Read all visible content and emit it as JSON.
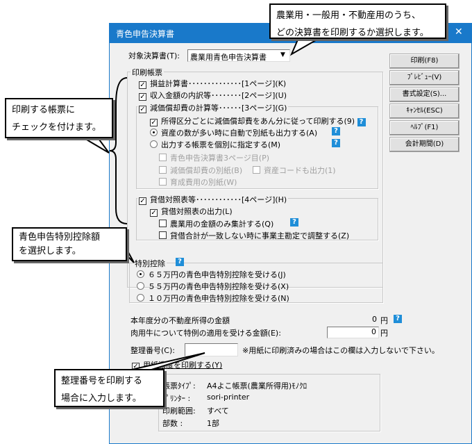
{
  "window": {
    "title": "青色申告決算書",
    "close": "✕"
  },
  "target": {
    "label": "対象決算書(T):",
    "value": "農業用青色申告決算書",
    "arrow": "▼"
  },
  "buttons": [
    "印刷(F8)",
    "ﾌﾟﾚﾋﾞｭｰ(V)",
    "書式設定(S)...",
    "ｷｬﾝｾﾙ(ESC)",
    "ﾍﾙﾌﾟ(F1)",
    "会計期間(D)"
  ],
  "print_group": {
    "label": "印刷帳票",
    "items": [
      "損益計算書･･････････････[1ページ](K)",
      "収入金額の内訳等････････[2ページ](U)",
      "減価償却費の計算等･･････[3ページ](G)"
    ],
    "depr": [
      "所得区分ごとに減価償却費をあん分に従って印刷する(9)",
      "資産の数が多い時に自動で別紙も出力する(A)",
      "出力する帳票を個別に指定する(M)",
      "青色申告決算書3ページ目(P)",
      "減価償却費の別紙(B)",
      "資産コードも出力(1)",
      "育成費用の別紙(W)"
    ],
    "balance": "貸借対照表等････････････[4ページ](H)",
    "balance_sub": [
      "貸借対照表の出力(L)",
      "農業用の金額のみ集計する(Q)",
      "貸借合計が一致しない時に事業主勘定で調整する(Z)"
    ]
  },
  "special": {
    "label": "特別控除",
    "options": [
      "６５万円の青色申告特別控除を受ける(J)",
      "５５万円の青色申告特別控除を受ける(X)",
      "１０万円の青色申告特別控除を受ける(N)"
    ]
  },
  "realestate": {
    "label": "本年度分の不動産所得の金額",
    "value": "0",
    "unit": "円"
  },
  "beef": {
    "label": "肉用牛について特例の適用を受ける金額(E):",
    "value": "0",
    "unit": "円"
  },
  "serial": {
    "label": "整理番号(C):",
    "value": "",
    "note": "※用紙に印刷済みの場合はこの欄は入力しないで下さい。"
  },
  "frame_check": "用紙濃度を印刷する(Y)",
  "info": [
    [
      "帳票ﾀｲﾌﾟ:",
      "A4よこ帳票(農業所得用)ﾓﾉｸﾛ"
    ],
    [
      "ﾌﾟﾘﾝﾀｰ  :",
      "sori-printer"
    ],
    [
      "印刷範囲:",
      "すべて"
    ],
    [
      "部数    :",
      "1部"
    ]
  ],
  "help_mark": "?",
  "check_mark": "✓",
  "callouts": {
    "top": [
      "農業用・一般用・不動産用のうち、",
      "どの決算書を印刷するか選択します。"
    ],
    "left": [
      "印刷する帳票に",
      "チェックを付けます。"
    ],
    "special": [
      "青色申告特別控除額",
      "を選択します。"
    ],
    "serial": [
      "整理番号を印刷する",
      "場合に入力します。"
    ]
  }
}
